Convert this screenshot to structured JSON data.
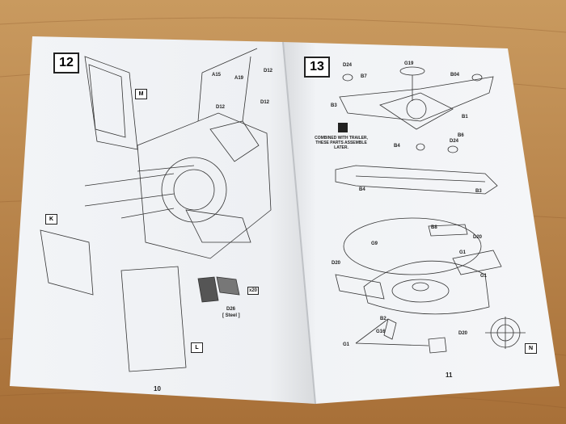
{
  "page_left": {
    "step": "12",
    "page_number": "10",
    "labels": {
      "m": "M",
      "k": "K",
      "l": "L",
      "a15": "A15",
      "a19": "A19",
      "d12a": "D12",
      "d12b": "D12",
      "d12c": "D12",
      "d26": "D26",
      "steel": "[ Steel ]",
      "x20": "x20"
    }
  },
  "page_right": {
    "step": "13",
    "page_number": "11",
    "labels": {
      "d24a": "D24",
      "b7": "B7",
      "g19": "G19",
      "b04": "B04",
      "b3a": "B3",
      "b1": "B1",
      "b6": "B6",
      "d24b": "D24",
      "b4a": "B4",
      "b4b": "B4",
      "b3b": "B3",
      "b8": "B8",
      "g9": "G9",
      "d20a": "D20",
      "g1a": "G1",
      "g1b": "G1",
      "d20b": "D20",
      "b2": "B2",
      "g16": "G16",
      "d20c": "D20",
      "g1c": "G1",
      "n": "N"
    },
    "note_line1": "COMBINED WITH TRAILER,",
    "note_line2": "THESE PARTS ASSEMBLE LATER."
  },
  "colors": {
    "wood": "#b98449",
    "paper": "#f4f5f7",
    "ink": "#2a2a2a"
  }
}
